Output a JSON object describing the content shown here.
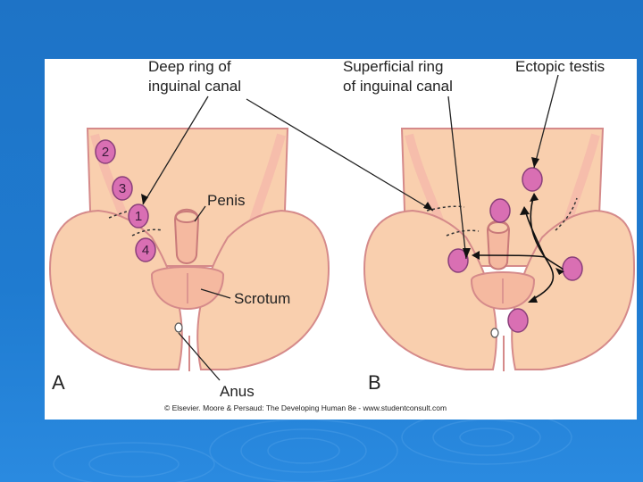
{
  "figure": {
    "labels": {
      "deep_ring_line1": "Deep ring of",
      "deep_ring_line2": "inguinal canal",
      "superficial_ring_line1": "Superficial ring",
      "superficial_ring_line2": "of inguinal canal",
      "ectopic_testis": "Ectopic testis",
      "penis": "Penis",
      "scrotum": "Scrotum",
      "anus": "Anus"
    },
    "panels": {
      "a": "A",
      "b": "B"
    },
    "positions": [
      "1",
      "2",
      "3",
      "4"
    ],
    "credit": "© Elsevier. Moore & Persaud: The Developing Human 8e - www.studentconsult.com"
  },
  "colors": {
    "slide_blue": "#1f78cc",
    "skin": "#f9cfae",
    "skin_shadow": "#f2a0a0",
    "testis": "#d96fb3"
  }
}
